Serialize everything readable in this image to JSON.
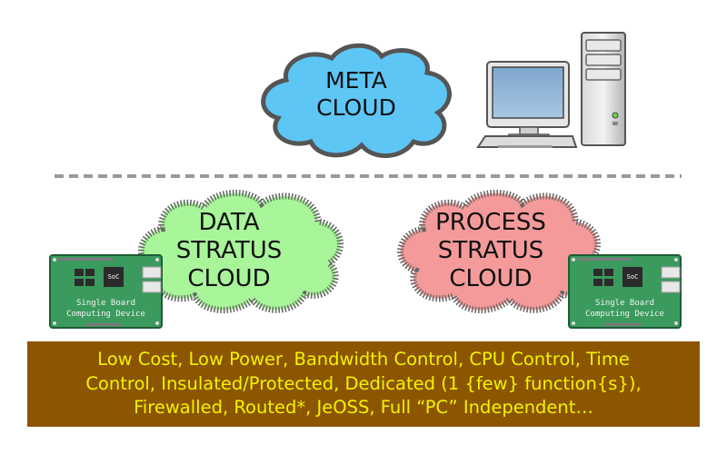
{
  "clouds": {
    "meta": {
      "line1": "META",
      "line2": "CLOUD",
      "color": "#5ec6f5"
    },
    "data": {
      "line1": "DATA",
      "line2": "STRATUS",
      "line3": "CLOUD",
      "color": "#a8f59a"
    },
    "process": {
      "line1": "PROCESS",
      "line2": "STRATUS",
      "line3": "CLOUD",
      "color": "#f59a9a"
    }
  },
  "devices": {
    "left": {
      "chip_label": "SoC",
      "line1": "Single Board",
      "line2": "Computing Device"
    },
    "right": {
      "chip_label": "SoC",
      "line1": "Single Board",
      "line2": "Computing Device"
    }
  },
  "banner": {
    "line1": "Low Cost, Low Power, Bandwidth Control, CPU Control, Time",
    "line2": "Control, Insulated/Protected, Dedicated (1 {few} function{s}),",
    "line3": "Firewalled, Routed*, JeOSS, Full “PC” Independent…",
    "bg_color": "#8c5600",
    "text_color": "#f2f200"
  },
  "icons": {
    "computer": "desktop-computer-icon",
    "board": "single-board-computer-icon",
    "divider": "dashed-line"
  }
}
